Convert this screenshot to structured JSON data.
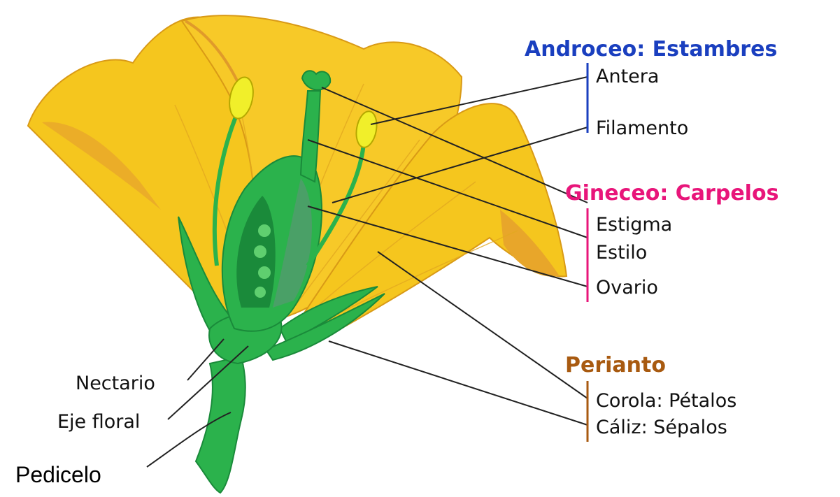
{
  "diagram": {
    "groups": {
      "androceo": {
        "title": "Androceo: Estambres",
        "items": [
          "Antera",
          "Filamento"
        ],
        "color": "#1a3fbf"
      },
      "gineceo": {
        "title": "Gineceo: Carpelos",
        "items": [
          "Estigma",
          "Estilo",
          "Ovario"
        ],
        "color": "#e8157a"
      },
      "perianto": {
        "title": "Perianto",
        "items": [
          "Corola: Pétalos",
          "Cáliz: Sépalos"
        ],
        "color": "#a85a10"
      }
    },
    "left_labels": [
      "Nectario",
      "Eje floral",
      "Pedicelo"
    ]
  },
  "colors": {
    "petal": "#f5c61e",
    "petal_shadow": "#e8a62a",
    "green": "#2bb24c",
    "green_dark": "#1a8a3a",
    "green_light": "#5fcf6f",
    "anther": "#f1ef2a"
  }
}
